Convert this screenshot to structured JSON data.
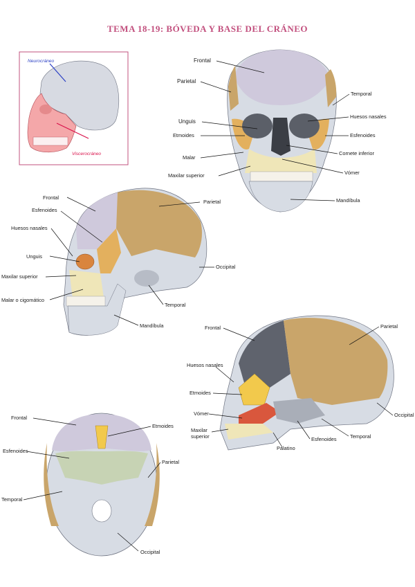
{
  "title": "TEMA 18-19: BÓVEDA Y BASE DEL CRÁNEO",
  "colors": {
    "title": "#c2507e",
    "bone_grey": "#d7dce4",
    "bone_purple": "#cfc9dc",
    "sphenoid_orange": "#e3b05e",
    "parietal_tan": "#c9a56a",
    "maxilla_cream": "#efe6b8",
    "ethmoid_yellow": "#f2c94c",
    "vomer_red": "#d9573d",
    "inset_border": "#c2507e"
  },
  "inset": {
    "neurocraneo": "Neurocráneo",
    "viscerocraneo": "Viscerocráneo"
  },
  "front_view": {
    "frontal": "Frontal",
    "parietal": "Parietal",
    "temporal": "Temporal",
    "huesos_nasales": "Huesos nasales",
    "unguis": "Unguis",
    "etmoides": "Etmoides",
    "esfenoides": "Esfenoides",
    "cornete": "Cornete inferior",
    "malar": "Malar",
    "vomer": "Vómer",
    "maxilar": "Maxilar superior",
    "mandibula": "Mandíbula"
  },
  "lateral_view": {
    "frontal": "Frontal",
    "parietal": "Parietal",
    "esfenoides": "Esfenoides",
    "huesos_nasales": "Huesos nasales",
    "unguis": "Unguis",
    "occipital": "Occipital",
    "maxilar": "Maxilar superior",
    "malar": "Malar o cigomático",
    "temporal": "Temporal",
    "mandibula": "Mandíbula"
  },
  "sagittal_view": {
    "frontal": "Frontal",
    "parietal": "Parietal",
    "huesos_nasales": "Huesos nasales",
    "etmoides": "Etmoides",
    "vomer": "Vómer",
    "maxilar_1": "Maxilar",
    "maxilar_2": "superior",
    "occipital": "Occipital",
    "temporal": "Temporal",
    "esfenoides": "Esfenoides",
    "palatino": "Palatino"
  },
  "base_view": {
    "frontal": "Frontal",
    "etmoides": "Etmoides",
    "esfenoides": "Esfenoides",
    "parietal": "Parietal",
    "temporal": "Temporal",
    "occipital": "Occipital"
  }
}
